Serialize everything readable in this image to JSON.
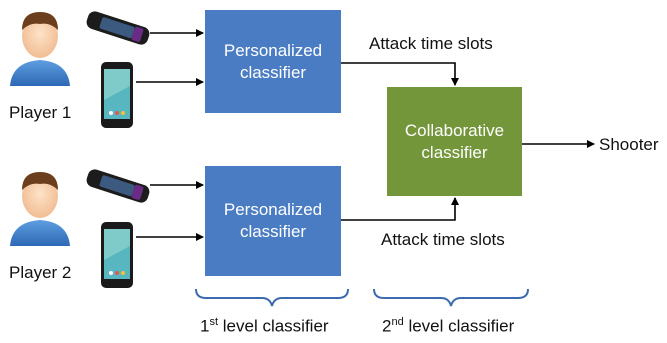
{
  "players": [
    {
      "label": "Player 1"
    },
    {
      "label": "Player 2"
    }
  ],
  "personalized_classifier": {
    "line1": "Personalized",
    "line2": "classifier"
  },
  "collaborative_classifier": {
    "line1": "Collaborative",
    "line2": "classifier"
  },
  "attack_label_top": "Attack time slots",
  "attack_label_bottom": "Attack time slots",
  "output_label": "Shooter",
  "level1": {
    "ordinal": "1",
    "suffix": "st",
    "text": " level classifier"
  },
  "level2": {
    "ordinal": "2",
    "suffix": "nd",
    "text": " level classifier"
  },
  "icons": [
    "person-icon",
    "smartwatch-icon",
    "smartphone-icon"
  ],
  "colors": {
    "personalized": "#4a7cc4",
    "collaborative": "#73963a",
    "brace": "#3d6bb0"
  }
}
